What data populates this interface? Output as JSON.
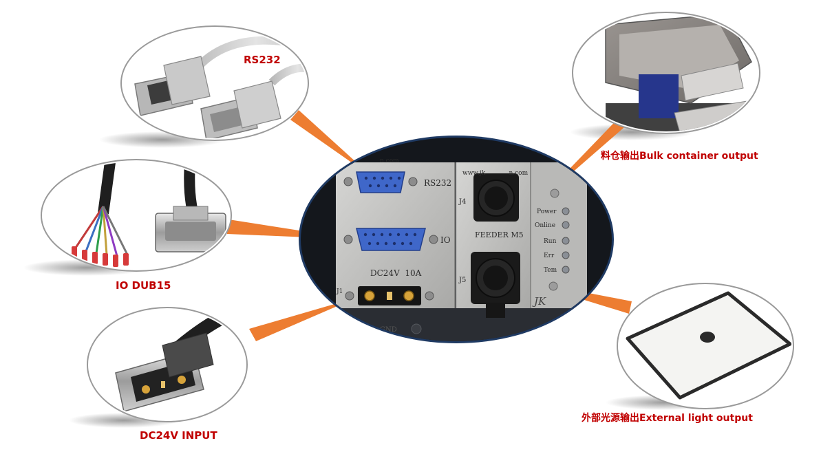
{
  "colors": {
    "label": "#c00000",
    "callout": "#ed7d31",
    "panel_frame": "#1f3a63",
    "db_connector": "#3f67c9"
  },
  "callouts": [
    {
      "id": "rs232",
      "label": "RS232"
    },
    {
      "id": "io",
      "label": "IO DUB15"
    },
    {
      "id": "dc",
      "label": "DC24V INPUT"
    },
    {
      "id": "bulk",
      "label": "料仓输出Bulk container output"
    },
    {
      "id": "light",
      "label": "外部光源输出External light output"
    }
  ],
  "panel": {
    "url_fragment_left": "n.com",
    "url_fragment_right": "www.jk            n.com",
    "rs232": "RS232",
    "io": "IO",
    "dc": "DC24V  10A",
    "j1": "J1",
    "j4": "J4",
    "j5": "J5",
    "feeder": "FEEDER M5",
    "gnd": "GND",
    "brand": "JK",
    "leds": [
      "Power",
      "Online",
      "Run",
      "Err",
      "Tem"
    ]
  }
}
